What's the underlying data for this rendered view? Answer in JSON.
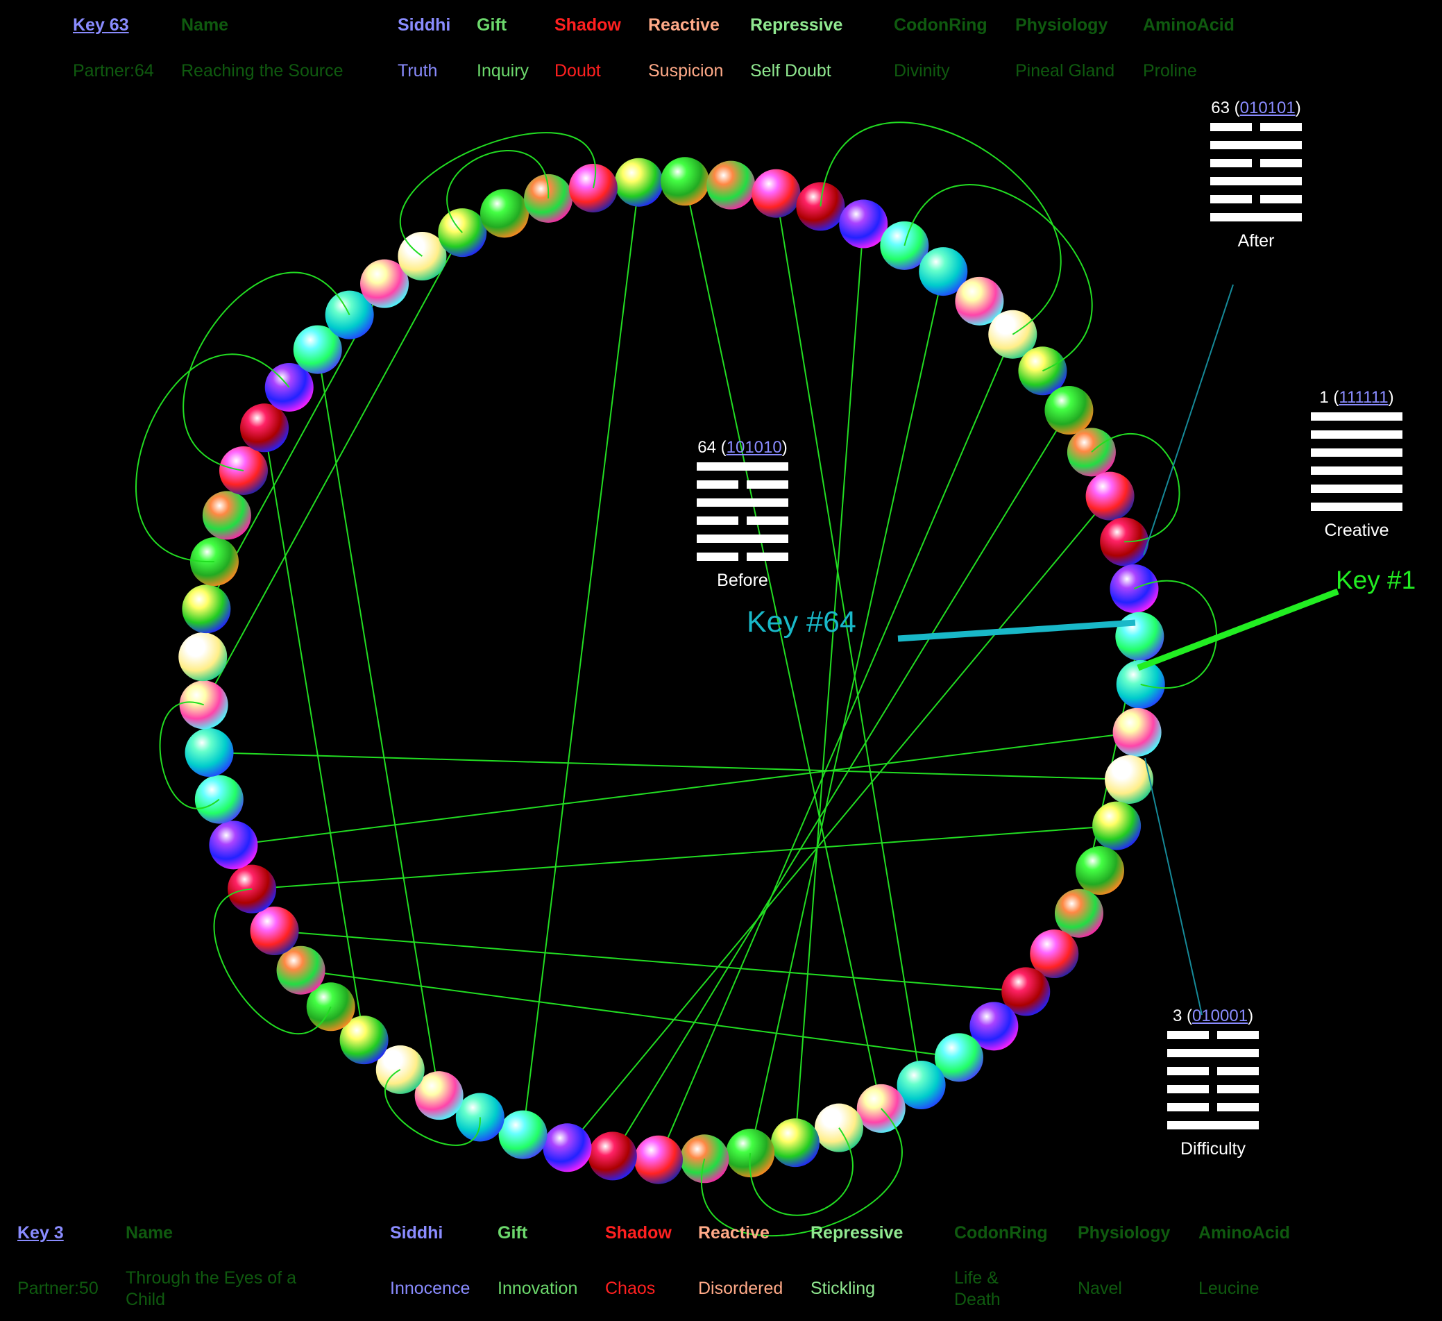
{
  "top_key": {
    "key_label": "Key 63",
    "headers": {
      "name": "Name",
      "siddhi": "Siddhi",
      "gift": "Gift",
      "shadow": "Shadow",
      "reactive": "Reactive",
      "repressive": "Repressive",
      "codonring": "CodonRing",
      "physiology": "Physiology",
      "aminoacid": "AminoAcid"
    },
    "values": {
      "partner": "Partner:64",
      "name": "Reaching the Source",
      "siddhi": "Truth",
      "gift": "Inquiry",
      "shadow": "Doubt",
      "reactive": "Suspicion",
      "repressive": "Self Doubt",
      "codonring": "Divinity",
      "physiology": "Pineal Gland",
      "aminoacid": "Proline"
    }
  },
  "bottom_key": {
    "key_label": "Key 3",
    "headers": {
      "name": "Name",
      "siddhi": "Siddhi",
      "gift": "Gift",
      "shadow": "Shadow",
      "reactive": "Reactive",
      "repressive": "Repressive",
      "codonring": "CodonRing",
      "physiology": "Physiology",
      "aminoacid": "AminoAcid"
    },
    "values": {
      "partner": "Partner:50",
      "name": "Through the Eyes of a Child",
      "siddhi": "Innocence",
      "gift": "Innovation",
      "shadow": "Chaos",
      "reactive": "Disordered",
      "repressive": "Stickling",
      "codonring": "Life & Death",
      "physiology": "Navel",
      "aminoacid": "Leucine"
    }
  },
  "colors": {
    "link": "#8a8cff",
    "dim_green": "#0f5a0f",
    "gift": "#6cd86c",
    "shadow": "#ff2020",
    "reactive": "#ffaa88",
    "repressive": "#90e890",
    "ring_line": "#22dd22",
    "key64": "#19b8c8",
    "key1": "#22ee22",
    "white": "#ffffff"
  },
  "hexagrams": [
    {
      "number": "64",
      "binary": "101010",
      "caption": "Before"
    },
    {
      "number": "63",
      "binary": "010101",
      "caption": "After"
    },
    {
      "number": "1",
      "binary": "111111",
      "caption": "Creative"
    },
    {
      "number": "3",
      "binary": "010001",
      "caption": "Difficulty"
    }
  ],
  "labels": {
    "key64": "Key #64",
    "key1": "Key #1"
  }
}
